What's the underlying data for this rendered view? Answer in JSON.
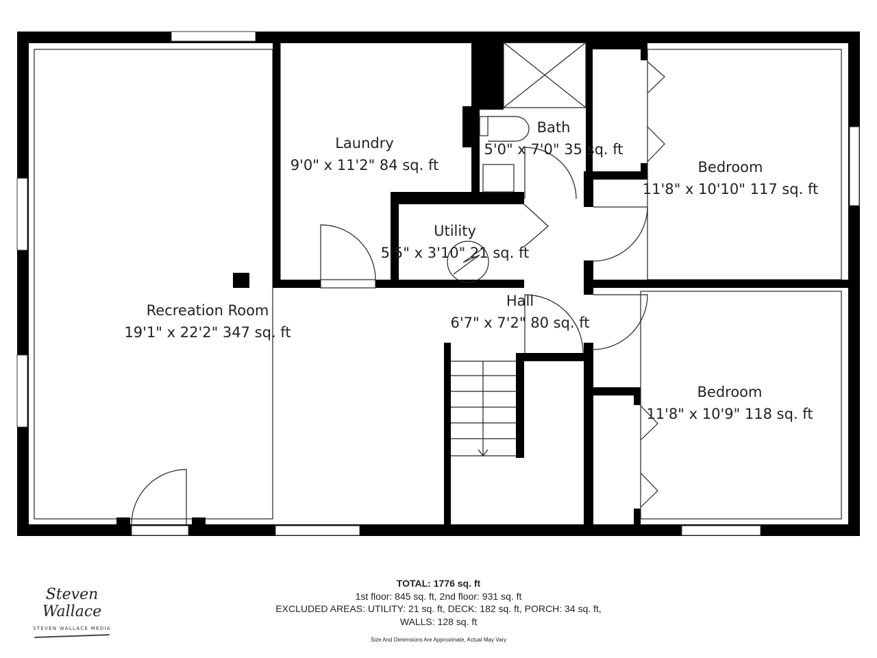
{
  "rooms": [
    {
      "name": "Recreation Room",
      "dims": "19'1\" x 22'2\" 347 sq. ft"
    },
    {
      "name": "Laundry",
      "dims": "9'0\" x 11'2\" 84 sq. ft"
    },
    {
      "name": "Bath",
      "dims": "5'0\" x 7'0\" 35 sq. ft"
    },
    {
      "name": "Utility",
      "dims": "5'5\" x 3'10\" 21 sq. ft"
    },
    {
      "name": "Hall",
      "dims": "6'7\" x 7'2\" 80 sq. ft"
    },
    {
      "name": "Bedroom",
      "dims": "11'8\" x 10'10\" 117 sq. ft"
    },
    {
      "name": "Bedroom",
      "dims": "11'8\" x 10'9\" 118 sq. ft"
    }
  ],
  "summary": {
    "total": "TOTAL: 1776 sq. ft",
    "floors": "1st floor: 845 sq. ft, 2nd floor: 931 sq. ft",
    "excluded": "EXCLUDED AREAS: UTILITY: 21 sq. ft, DECK: 182 sq. ft, PORCH: 34 sq. ft,",
    "walls": "WALLS: 128 sq. ft",
    "disclaimer": "Size And Dimensions Are Approximate, Actual May Vary"
  },
  "logo": {
    "signature": "Steven Wallace",
    "company": "STEVEN WALLACE MEDIA"
  }
}
